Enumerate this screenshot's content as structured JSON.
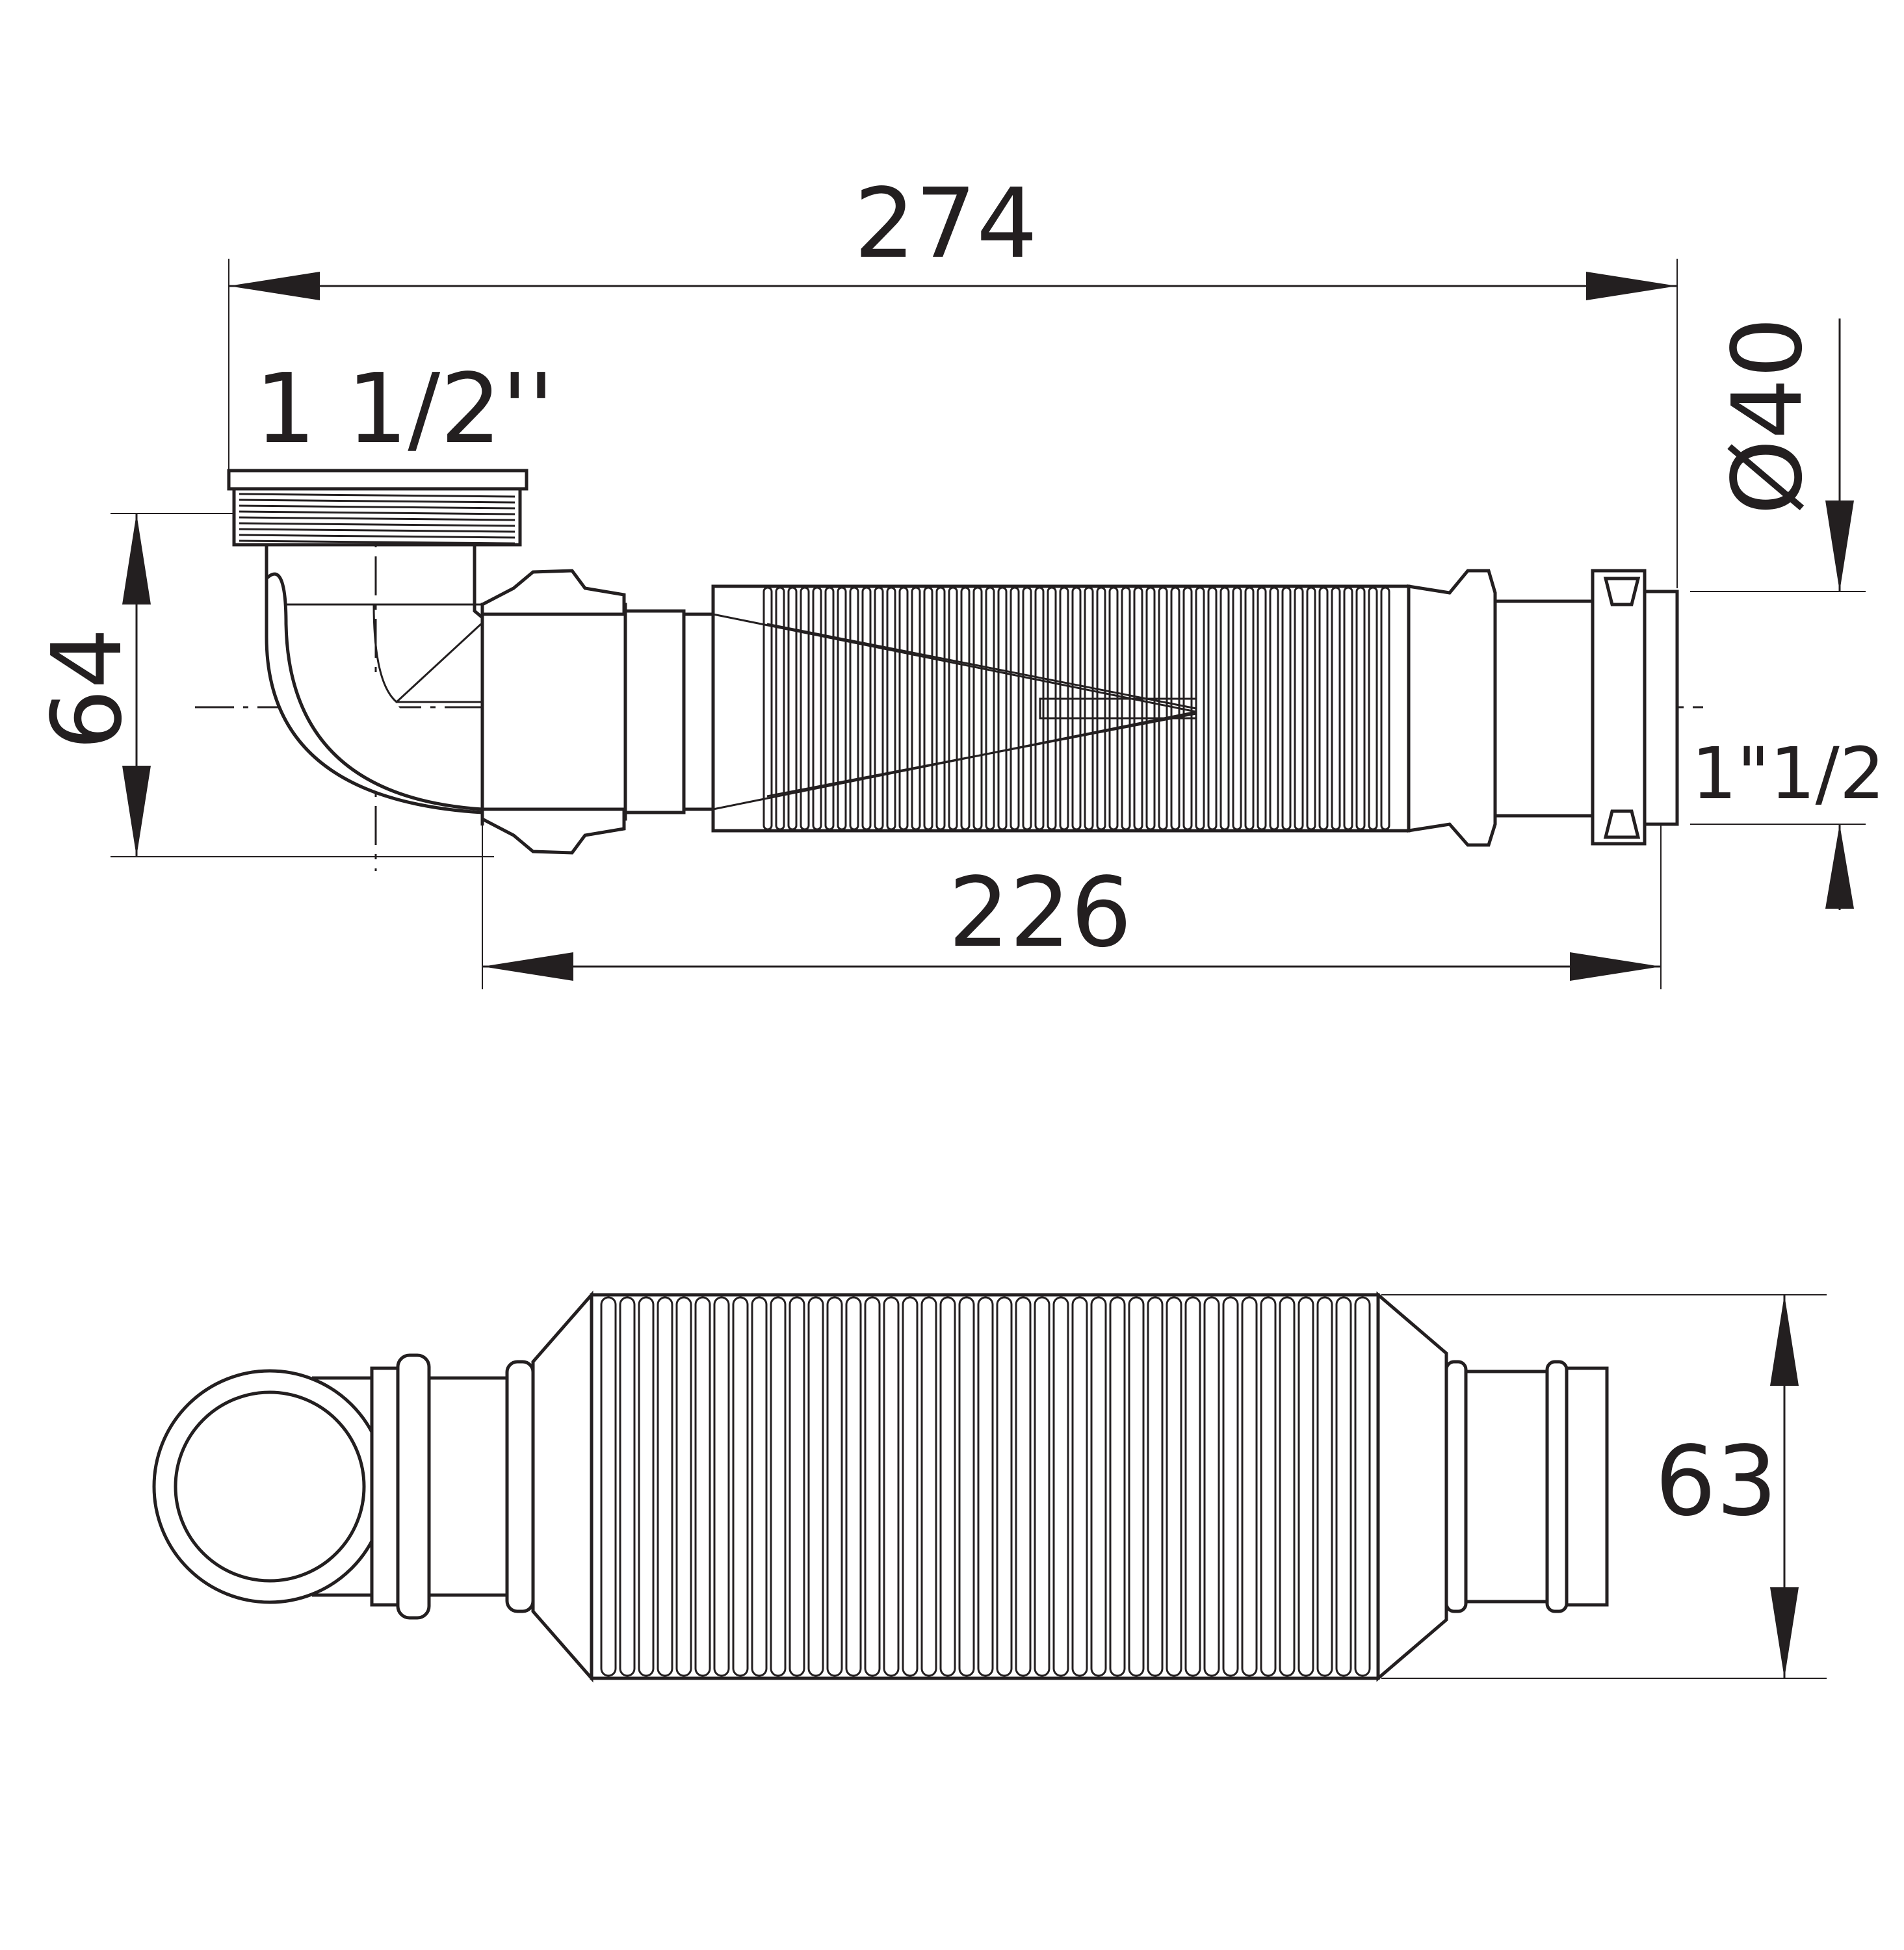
{
  "dimensions": {
    "overall_length": "274",
    "thread_size_top": "1 1/2''",
    "outlet_diameter": "Ø40",
    "elbow_height": "64",
    "outlet_thread": "1\"1/2",
    "body_length": "226",
    "hose_width": "63"
  },
  "colors": {
    "line": "#231f20",
    "background": "#ffffff"
  },
  "views": {
    "side_view": "side-section-view",
    "top_view": "top-plan-view"
  }
}
